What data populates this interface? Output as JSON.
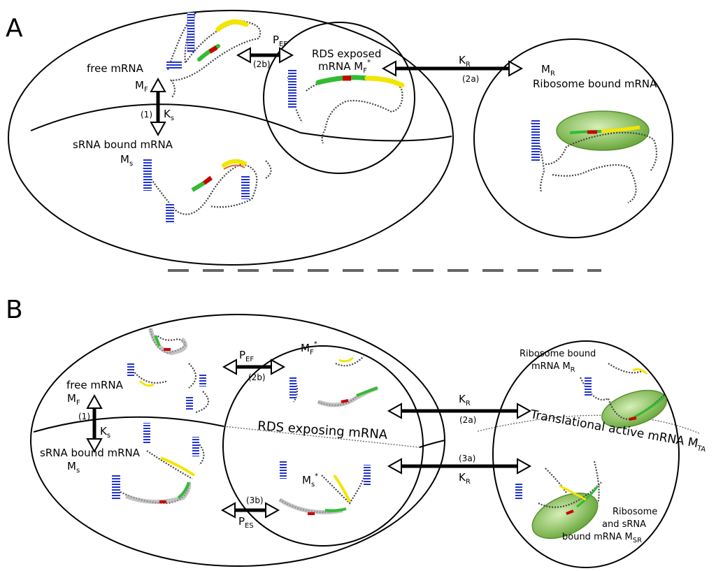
{
  "panels": [
    {
      "letter": "A",
      "free_label": "free mRNA",
      "mf": "M",
      "mf_sub": "F",
      "step1": "(1)",
      "ks": "K",
      "ks_sub": "s",
      "srna_label": "sRNA bound mRNA",
      "ms": "M",
      "ms_sub": "s",
      "pef": "P",
      "pef_sub": "EF",
      "step2b": "(2b)",
      "rds_line1": "RDS exposed",
      "rds_line2": "mRNA M",
      "rds_sub": "F",
      "rds_sup": "*",
      "kr": "K",
      "kr_sub": "R",
      "step2a": "(2a)",
      "mr": "M",
      "mr_sub": "R",
      "ribo_label": "Ribosome bound mRNA"
    },
    {
      "letter": "B",
      "free_label": "free mRNA",
      "mf": "M",
      "mf_sub": "F",
      "step1": "(1)",
      "ks": "K",
      "ks_sub": "s",
      "srna_label": "sRNA bound mRNA",
      "ms": "M",
      "ms_sub": "s",
      "pef": "P",
      "pef_sub": "EF",
      "step2b": "(2b)",
      "mfstar": "M",
      "mfstar_sub": "F",
      "mfstar_sup": "*",
      "rds_label": "RDS exposing mRNA",
      "msstar": "M",
      "msstar_sub": "s",
      "msstar_sup": "*",
      "step3b": "(3b)",
      "pes": "P",
      "pes_sub": "ES",
      "kr_top": "K",
      "kr_top_sub": "R",
      "step2a": "(2a)",
      "step3a": "(3a)",
      "kr_bottom": "K",
      "kr_bottom_sub": "R",
      "ribo_line1": "Ribosome bound",
      "ribo_line2": "mRNA M",
      "ribo_sub": "R",
      "trans_label": "Translational active mRNA M",
      "trans_sub": "TA",
      "rs_line1": "Ribosome",
      "rs_line2": "and sRNA",
      "rs_line3": "bound mRNA M",
      "rs_sub": "SR"
    }
  ],
  "colors": {
    "outline": "#000000",
    "divider": "#666666",
    "rna_backbone": "#444444",
    "stem_base": "#2233cc",
    "sd_highlight": "#f2e600",
    "start_codon": "#cc0000",
    "binding_region": "#33bb33",
    "ribosome": "#8fcb5a",
    "rds_glow": "#aaaaaa"
  }
}
